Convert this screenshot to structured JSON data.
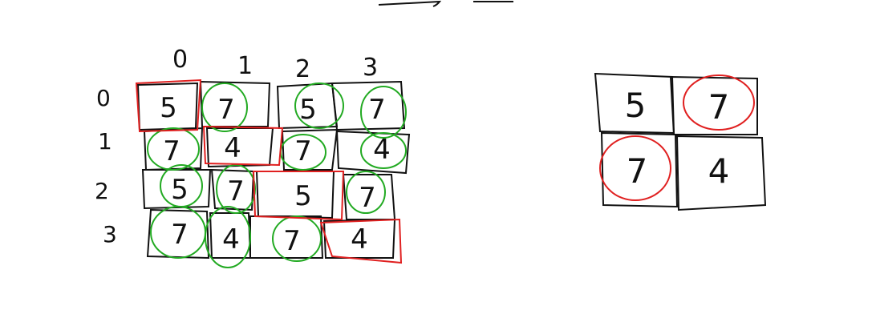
{
  "colors": {
    "ink": "#111111",
    "red": "#e02020",
    "green": "#22aa22"
  },
  "left_grid": {
    "col_labels": [
      "0",
      "1",
      "2",
      "3"
    ],
    "row_labels": [
      "0",
      "1",
      "2",
      "3"
    ],
    "cells": [
      [
        "5",
        "7",
        "5",
        "7"
      ],
      [
        "7",
        "4",
        "7",
        "4"
      ],
      [
        "5",
        "7",
        "5",
        "7"
      ],
      [
        "7",
        "4",
        "7",
        "4"
      ]
    ],
    "green_circled": [
      [
        0,
        1
      ],
      [
        0,
        2
      ],
      [
        0,
        3
      ],
      [
        1,
        0
      ],
      [
        1,
        2
      ],
      [
        1,
        3
      ],
      [
        2,
        0
      ],
      [
        2,
        1
      ],
      [
        2,
        3
      ],
      [
        3,
        0
      ],
      [
        3,
        1
      ],
      [
        3,
        2
      ]
    ],
    "red_boxed": [
      [
        0,
        0
      ],
      [
        1,
        1
      ],
      [
        2,
        2
      ],
      [
        3,
        3
      ]
    ]
  },
  "right_grid": {
    "cells": [
      [
        "5",
        "7"
      ],
      [
        "7",
        "4"
      ]
    ],
    "red_circled": [
      [
        0,
        1
      ],
      [
        1,
        0
      ]
    ]
  }
}
